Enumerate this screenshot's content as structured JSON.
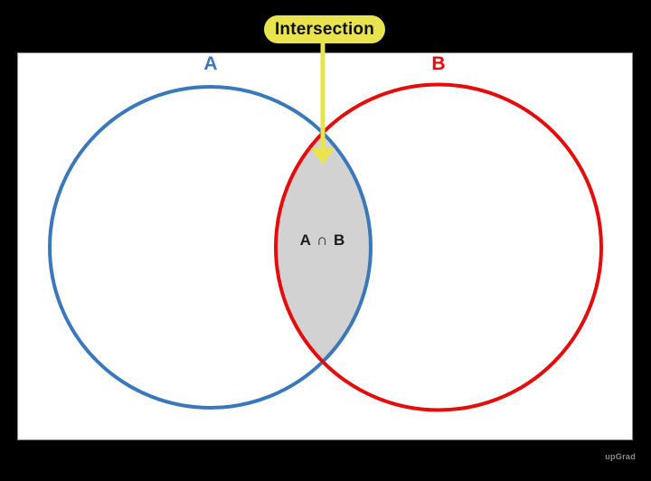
{
  "figure": {
    "callout": {
      "label": "Intersection"
    },
    "set_a": {
      "label": "A"
    },
    "set_b": {
      "label": "B"
    },
    "intersection": {
      "label": "A ∩ B"
    },
    "watermark": "upGrad"
  },
  "icons": {
    "arrow": "down-arrow-icon"
  },
  "colors": {
    "page_bg": "#000000",
    "canvas_bg": "#ffffff",
    "canvas_border": "#8a8a8a",
    "set_a_stroke": "#3a78bd",
    "set_b_stroke": "#e60c0c",
    "intersection_fill": "#d2d2d2",
    "callout_bg": "#e9e34e",
    "callout_text": "#111111",
    "watermark_text": "#8d8d8d"
  }
}
